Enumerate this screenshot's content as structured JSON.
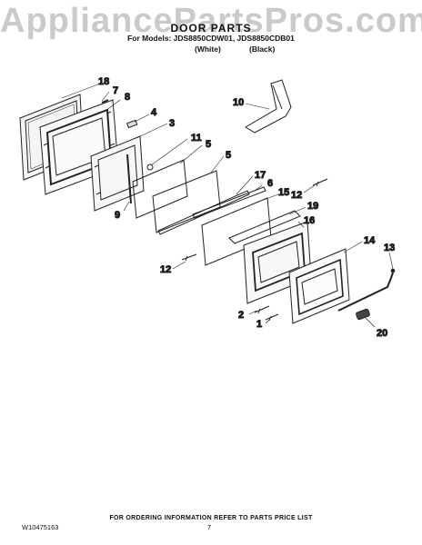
{
  "header": {
    "watermark": "AppliancePartsPros.com",
    "title": "DOOR PARTS",
    "models_line": "For Models: JDS8850CDW01, JDS8850CDB01",
    "variant_white": "(White)",
    "variant_black": "(Black)"
  },
  "callouts": [
    "18",
    "7",
    "8",
    "4",
    "3",
    "11",
    "5",
    "5",
    "9",
    "10",
    "17",
    "6",
    "15",
    "12",
    "19",
    "16",
    "12",
    "14",
    "13",
    "2",
    "1",
    "20"
  ],
  "footer": {
    "note": "FOR ORDERING INFORMATION REFER TO PARTS PRICE LIST",
    "doc_code": "W10475163",
    "page_number": "7"
  }
}
